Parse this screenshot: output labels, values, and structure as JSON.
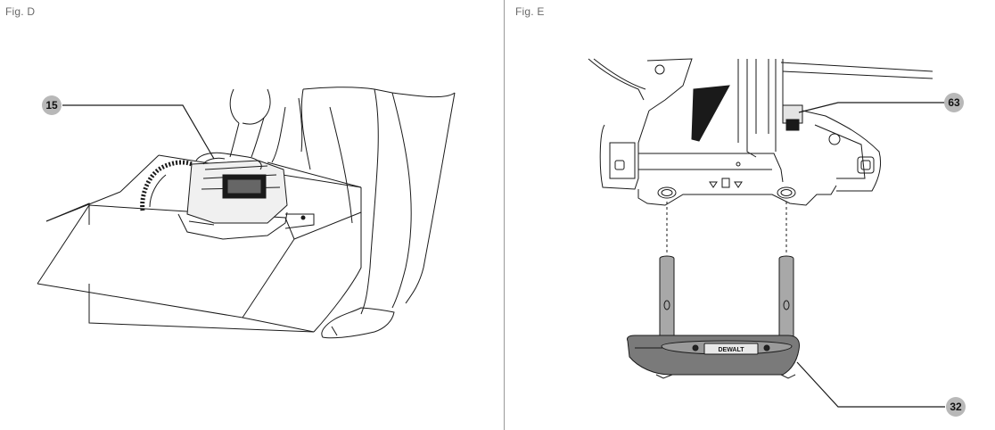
{
  "figures": [
    {
      "label": "Fig. D",
      "callouts": [
        {
          "number": "15"
        }
      ]
    },
    {
      "label": "Fig. E",
      "callouts": [
        {
          "number": "63"
        },
        {
          "number": "32"
        }
      ],
      "brand_plate_text": "DEWALT"
    }
  ],
  "colors": {
    "line": "#1a1a1a",
    "callout_fill": "#b8b8b8",
    "divider": "#9a9a9a",
    "label": "#6a6a6a"
  }
}
